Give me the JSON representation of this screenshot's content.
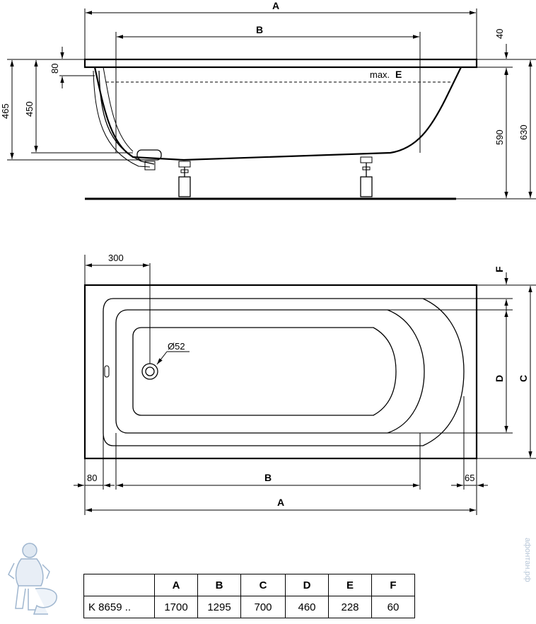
{
  "side_view": {
    "dims": {
      "A": "A",
      "B": "B",
      "d40": "40",
      "d80": "80",
      "d465": "465",
      "d450": "450",
      "d590": "590",
      "d630": "630",
      "maxE_prefix": "max.",
      "maxE_letter": "E"
    }
  },
  "top_view": {
    "dims": {
      "d300": "300",
      "F": "F",
      "dia": "Ø52",
      "D": "D",
      "C": "C",
      "d80": "80",
      "B": "B",
      "d65": "65",
      "A": "A"
    }
  },
  "table": {
    "headers": [
      "",
      "A",
      "B",
      "C",
      "D",
      "E",
      "F"
    ],
    "rows": [
      [
        "K 8659 ..",
        "1700",
        "1295",
        "700",
        "460",
        "228",
        "60"
      ]
    ]
  },
  "watermark": {
    "text": "афонтан.рф"
  }
}
